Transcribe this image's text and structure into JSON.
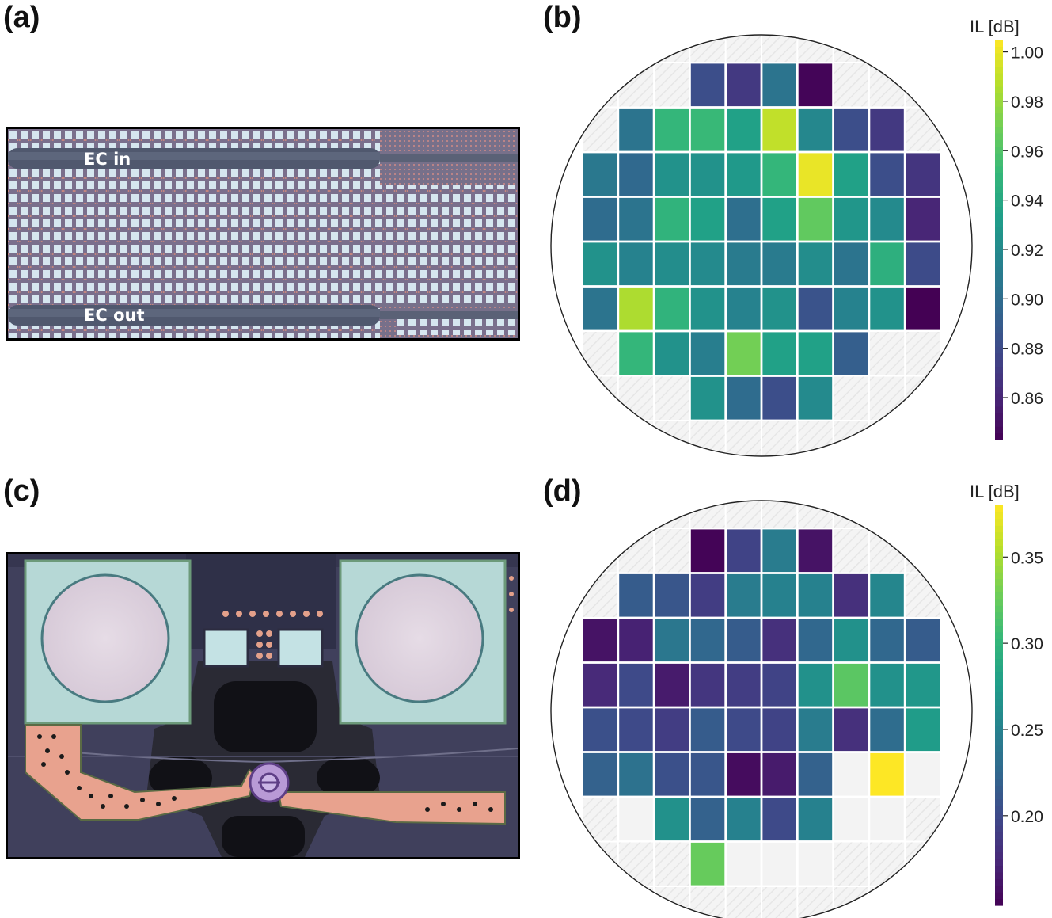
{
  "panels": {
    "a": "(a)",
    "b": "(b)",
    "c": "(c)",
    "d": "(d)"
  },
  "photo_a": {
    "labels": [
      "EC in",
      "EC out"
    ]
  },
  "chart_data": [
    {
      "panel": "(b)",
      "type": "heatmap",
      "colorbar_label": "IL [dB]",
      "colormap": "viridis",
      "vmin": 0.843,
      "vmax": 1.005,
      "colorbar_ticks": [
        0.86,
        0.88,
        0.9,
        0.92,
        0.94,
        0.96,
        0.98,
        1.0
      ],
      "columns": 10,
      "rows": 8,
      "values": [
        [
          null,
          null,
          null,
          0.882,
          0.87,
          0.905,
          0.845,
          null,
          null,
          null
        ],
        [
          null,
          0.905,
          0.95,
          0.952,
          0.935,
          0.99,
          0.918,
          0.882,
          0.87,
          null
        ],
        [
          0.908,
          0.898,
          0.925,
          0.925,
          0.93,
          0.95,
          1.0,
          0.935,
          0.882,
          0.868
        ],
        [
          0.9,
          0.905,
          0.948,
          0.935,
          0.902,
          0.935,
          0.965,
          0.928,
          0.92,
          0.86
        ],
        [
          0.925,
          0.915,
          0.922,
          0.92,
          0.91,
          0.91,
          0.922,
          0.905,
          0.945,
          0.88
        ],
        [
          0.905,
          0.985,
          0.948,
          0.925,
          0.915,
          0.925,
          0.885,
          0.915,
          0.925,
          0.843
        ],
        [
          null,
          0.95,
          0.925,
          0.912,
          0.97,
          0.935,
          0.935,
          0.892,
          null,
          null
        ],
        [
          null,
          null,
          null,
          0.925,
          0.9,
          0.882,
          0.92,
          null,
          null,
          null
        ]
      ]
    },
    {
      "panel": "(d)",
      "type": "heatmap",
      "colorbar_label": "IL [dB]",
      "colormap": "viridis",
      "vmin": 0.148,
      "vmax": 0.38,
      "colorbar_ticks": [
        0.2,
        0.25,
        0.3,
        0.35
      ],
      "columns": 10,
      "rows": 8,
      "values": [
        [
          null,
          null,
          null,
          0.15,
          0.195,
          0.245,
          0.16,
          null,
          null,
          null
        ],
        [
          null,
          0.215,
          0.21,
          0.19,
          0.245,
          0.25,
          0.25,
          0.18,
          0.255,
          null
        ],
        [
          0.16,
          0.17,
          0.24,
          0.225,
          0.215,
          0.18,
          0.225,
          0.265,
          0.225,
          0.215
        ],
        [
          0.175,
          0.2,
          0.165,
          0.185,
          0.19,
          0.195,
          0.265,
          0.32,
          0.265,
          0.27
        ],
        [
          0.205,
          0.2,
          0.19,
          0.215,
          0.2,
          0.195,
          0.245,
          0.18,
          0.23,
          0.275
        ],
        [
          0.22,
          0.235,
          0.205,
          0.21,
          0.155,
          0.165,
          0.22,
          null,
          0.38,
          null
        ],
        [
          null,
          null,
          0.265,
          0.22,
          0.25,
          0.2,
          0.25,
          null,
          null,
          null
        ],
        [
          null,
          null,
          null,
          0.325,
          null,
          null,
          null,
          null,
          null,
          null
        ]
      ]
    }
  ]
}
